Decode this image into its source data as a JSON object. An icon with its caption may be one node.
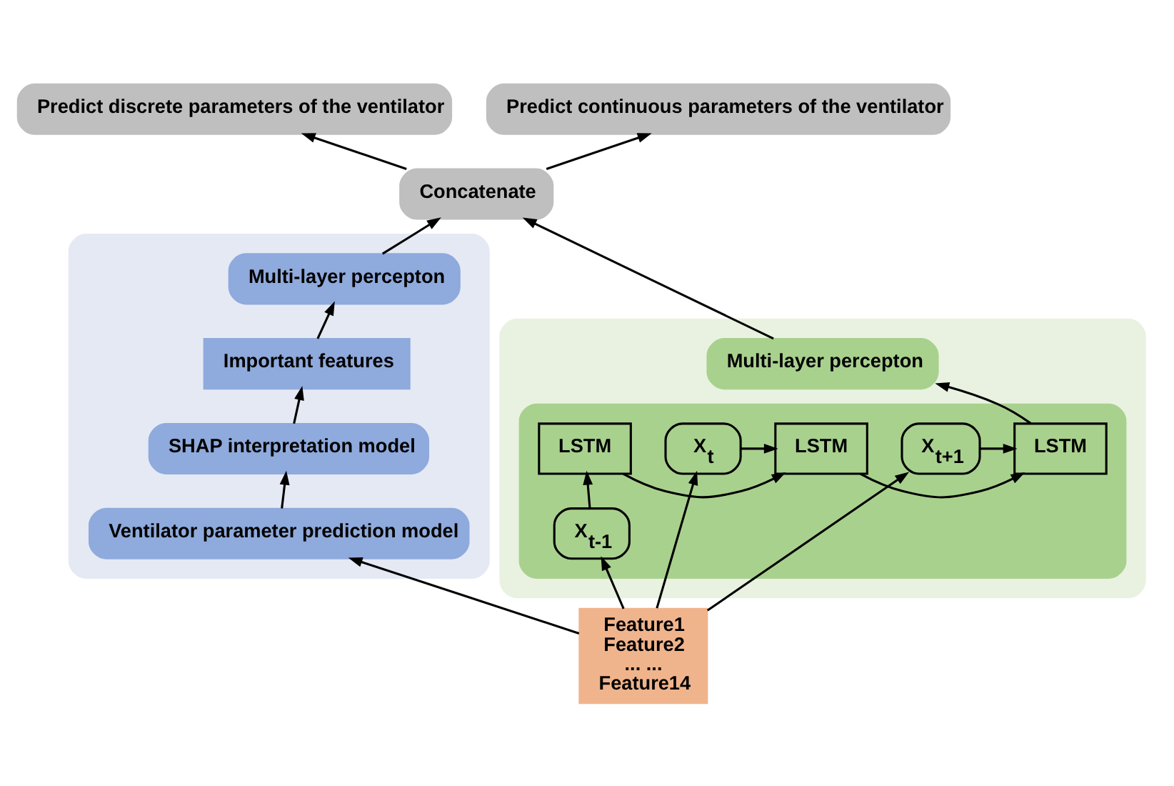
{
  "diagram": {
    "nodes": [
      {
        "text": [
          "Predict discrete parameters of the ventilator"
        ]
      },
      {
        "text": [
          "Predict continuous parameters of the ventilator"
        ]
      },
      {
        "text": [
          "Concatenate"
        ]
      },
      {
        "text": [],
        "shape": "box"
      },
      {
        "text": [
          "Multi-layer percepton"
        ],
        "in": 3
      },
      {
        "text": [
          "Important features"
        ],
        "in": 3
      },
      {
        "text": [
          "SHAP interpretation model"
        ],
        "in": 3
      },
      {
        "text": [
          "Ventilator parameter prediction model"
        ],
        "in": 3
      },
      {
        "text": [],
        "shape": "box"
      },
      {
        "text": [
          "Multi-layer percepton"
        ],
        "in": 8
      },
      {
        "text": [],
        "shape": "box",
        "in": 8
      },
      {
        "text": [
          "LSTM"
        ],
        "in": 10
      },
      {
        "text": [
          "LSTM"
        ],
        "in": 10
      },
      {
        "text": [
          "LSTM"
        ],
        "in": 10
      },
      {
        "text": [
          "X$_{t-1}$"
        ],
        "in": 10
      },
      {
        "text": [
          "X$_{t}$"
        ],
        "in": 10
      },
      {
        "text": [
          "X$_{t+1}$"
        ],
        "in": 10
      },
      {
        "text": [
          "Feature1",
          "Feature2",
          "... ...",
          "Feature14"
        ]
      }
    ],
    "edges": [
      {
        "from": 2,
        "to": 0,
        "arrow": "to"
      },
      {
        "from": 2,
        "to": 1,
        "arrow": "to"
      },
      {
        "from": 4,
        "to": 2,
        "arrow": "to"
      },
      {
        "from": 9,
        "to": 2,
        "arrow": "to"
      },
      {
        "from": 5,
        "to": 4,
        "arrow": "to"
      },
      {
        "from": 6,
        "to": 5,
        "arrow": "to"
      },
      {
        "from": 7,
        "to": 6,
        "arrow": "to"
      },
      {
        "from": 17,
        "to": 7,
        "arrow": "to"
      },
      {
        "from": 13,
        "to": 9,
        "arrow": "to"
      },
      {
        "from": 11,
        "to": 12,
        "arrow": "to"
      },
      {
        "from": 12,
        "to": 13,
        "arrow": "to"
      },
      {
        "from": 14,
        "to": 11,
        "arrow": "to"
      },
      {
        "from": 15,
        "to": 12,
        "arrow": "to"
      },
      {
        "from": 16,
        "to": 13,
        "arrow": "to"
      },
      {
        "from": 17,
        "to": 14,
        "arrow": "to"
      },
      {
        "from": 17,
        "to": 15,
        "arrow": "to"
      },
      {
        "from": 17,
        "to": 16,
        "arrow": "to"
      }
    ]
  }
}
